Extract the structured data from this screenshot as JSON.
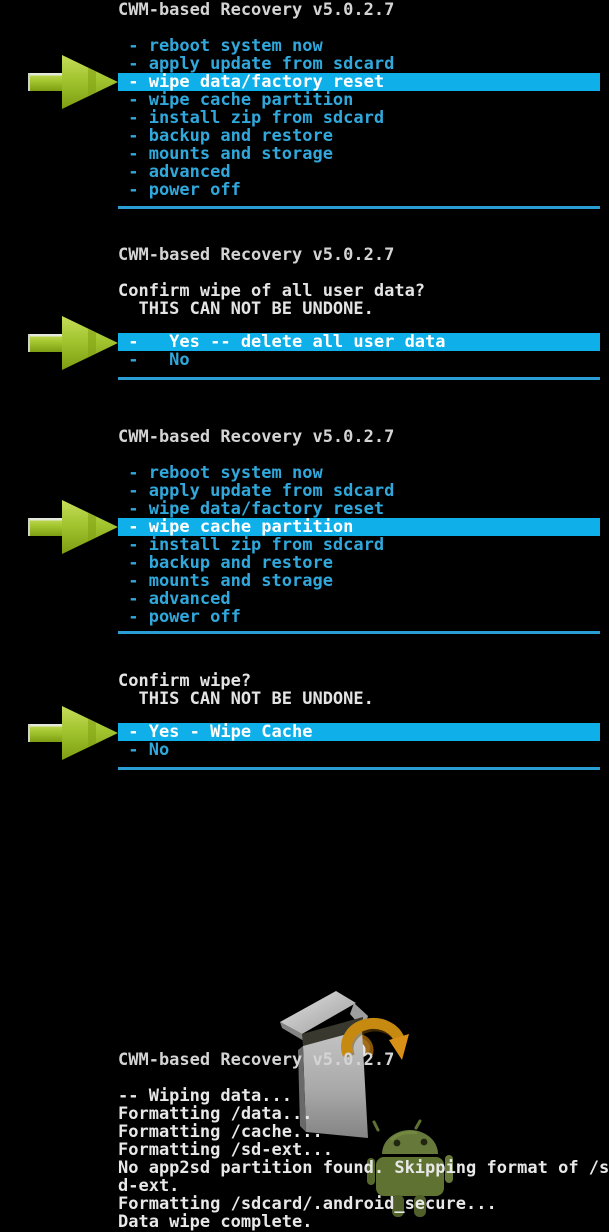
{
  "colors": {
    "background": "#000000",
    "title_text": "#d4d4d4",
    "menu_text": "#31a8db",
    "highlight_bar": "#0fb0ea",
    "highlight_text": "#ffffff",
    "prompt_text": "#e4e4e4",
    "log_text": "#e8e8e8",
    "divider": "#2a9ed2",
    "arrow_green": "#9ec72b"
  },
  "icons": {
    "selection_arrow": "green-3d-right-arrow",
    "logo": "cwm-open-box-with-orange-swirl-arrow",
    "mascot": "android-robot"
  },
  "panels": {
    "menu1": {
      "title": "CWM-based Recovery v5.0.2.7",
      "items": [
        " - reboot system now",
        " - apply update from sdcard",
        " - wipe data/factory reset",
        " - wipe cache partition",
        " - install zip from sdcard",
        " - backup and restore",
        " - mounts and storage",
        " - advanced",
        " - power off"
      ],
      "selected_index": 2
    },
    "confirm1": {
      "title": "CWM-based Recovery v5.0.2.7",
      "prompt_line1": "Confirm wipe of all user data?",
      "prompt_line2": "  THIS CAN NOT BE UNDONE.",
      "items": [
        " -   Yes -- delete all user data",
        " -   No"
      ],
      "selected_index": 0
    },
    "menu2": {
      "title": "CWM-based Recovery v5.0.2.7",
      "items": [
        " - reboot system now",
        " - apply update from sdcard",
        " - wipe data/factory reset",
        " - wipe cache partition",
        " - install zip from sdcard",
        " - backup and restore",
        " - mounts and storage",
        " - advanced",
        " - power off"
      ],
      "selected_index": 3
    },
    "confirm2": {
      "prompt_line1": "Confirm wipe?",
      "prompt_line2": "  THIS CAN NOT BE UNDONE.",
      "items": [
        " - Yes - Wipe Cache",
        " - No"
      ],
      "selected_index": 0
    },
    "log": {
      "title": "CWM-based Recovery v5.0.2.7",
      "lines": [
        "-- Wiping data...",
        "Formatting /data...",
        "Formatting /cache...",
        "Formatting /sd-ext...",
        "No app2sd partition found. Skipping format of /s",
        "d-ext.",
        "Formatting /sdcard/.android_secure...",
        "Data wipe complete."
      ]
    }
  }
}
